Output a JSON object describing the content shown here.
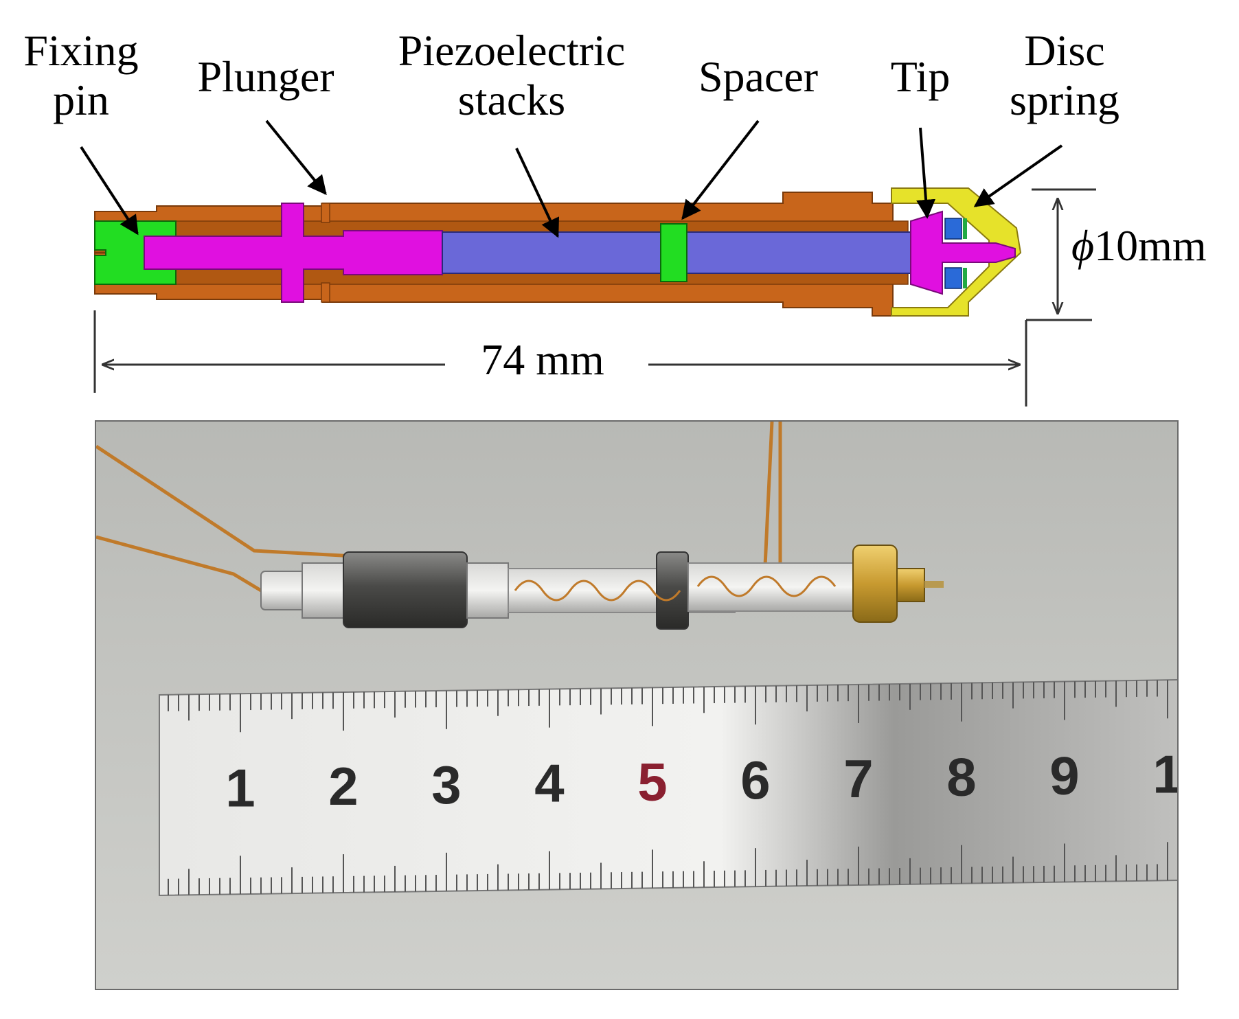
{
  "labels": {
    "fixing_pin": [
      "Fixing",
      "pin"
    ],
    "plunger": "Plunger",
    "piezo": [
      "Piezoelectric",
      "stacks"
    ],
    "spacer": "Spacer",
    "tip": "Tip",
    "disc_spring": [
      "Disc",
      "spring"
    ]
  },
  "dimensions": {
    "length": "74 mm",
    "diameter_symbol": "ϕ",
    "diameter_value": "10mm"
  },
  "ruler": {
    "numbers": [
      "1",
      "2",
      "3",
      "4",
      "5",
      "6",
      "7",
      "8",
      "9",
      "1"
    ],
    "highlight_index": 4
  },
  "colors": {
    "housing": "#c8651b",
    "housing_dark": "#7a3a0a",
    "fixing_pin": "#22dd22",
    "plunger": "#e010e0",
    "piezo": "#6a68d8",
    "spacer": "#22dd22",
    "tip": "#e010e0",
    "cap": "#e6e22a",
    "disc_spring": "#2a6ad8",
    "ruler_number": "#2a2a2a",
    "ruler_highlight": "#8a2030",
    "wire": "#c07a2a"
  }
}
